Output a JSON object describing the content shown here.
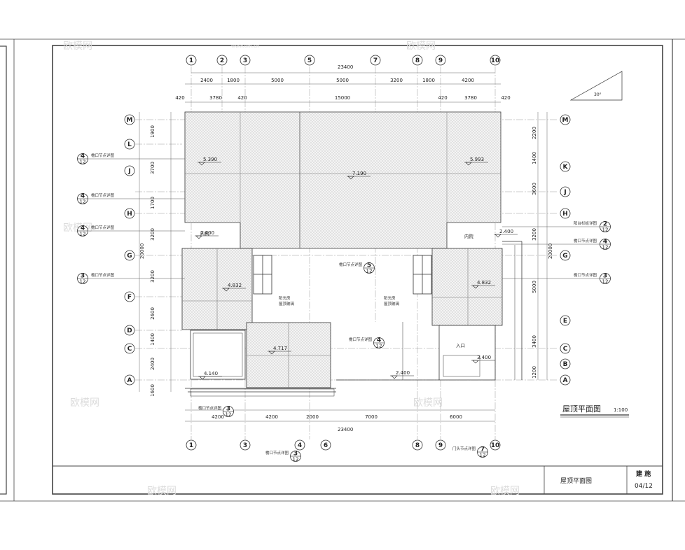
{
  "drawing": {
    "title": "屋顶平面图",
    "scale": "1:100",
    "slope": "30°",
    "overall_width": "23400",
    "overall_depth": "20000"
  },
  "title_block": {
    "sheet_name": "屋顶平面图",
    "discipline": "建 施",
    "sheet_no": "04/12"
  },
  "watermark": {
    "logo": "欧模网",
    "site": "www.om.cn"
  },
  "grid_top": [
    "1",
    "2",
    "3",
    "5",
    "7",
    "8",
    "9",
    "10"
  ],
  "grid_bottom": [
    "1",
    "3",
    "4",
    "6",
    "8",
    "9",
    "10"
  ],
  "grid_left": [
    "M",
    "L",
    "J",
    "H",
    "G",
    "F",
    "D",
    "C",
    "A"
  ],
  "grid_right": [
    "M",
    "K",
    "J",
    "H",
    "G",
    "E",
    "C",
    "B",
    "A"
  ],
  "dims_top_row1": [
    "2400",
    "1800",
    "5000",
    "5000",
    "3200",
    "1800",
    "4200"
  ],
  "dims_top_row2": [
    "420",
    "3780",
    "420",
    "15000",
    "420",
    "3780",
    "420"
  ],
  "dims_bottom_row1": [
    "4200",
    "4200",
    "2000",
    "7000",
    "6000"
  ],
  "dims_left": [
    "1900",
    "3700",
    "1700",
    "3200",
    "3200",
    "2600",
    "1400",
    "2400",
    "1600"
  ],
  "dims_right": [
    "2200",
    "1400",
    "3600",
    "3200",
    "5000",
    "3400",
    "1200"
  ],
  "elevations": [
    "5.390",
    "7.190",
    "5.993",
    "2.400",
    "4.832",
    "4.832",
    "4.717",
    "4.140",
    "2.400",
    "3.400",
    "2.400"
  ],
  "rooms": [
    "内院",
    "内院",
    "入口"
  ],
  "notes": {
    "skylight_left": [
      "阳光房",
      "屋顶玻璃"
    ],
    "skylight_right": [
      "阳光房",
      "屋顶玻璃"
    ],
    "detail_callouts": [
      {
        "num": "4",
        "sheet": "12",
        "text": "檐口节点详图"
      },
      {
        "num": "4",
        "sheet": "12",
        "text": "檐口节点详图"
      },
      {
        "num": "4",
        "sheet": "12",
        "text": "檐口节点详图"
      },
      {
        "num": "3",
        "sheet": "12",
        "text": "檐口节点详图"
      },
      {
        "num": "2",
        "sheet": "12",
        "text": "阳台栏板详图"
      },
      {
        "num": "4",
        "sheet": "12",
        "text": "檐口节点详图"
      },
      {
        "num": "3",
        "sheet": "12",
        "text": "檐口节点详图"
      },
      {
        "num": "5",
        "sheet": "12",
        "text": "檐口节点详图"
      },
      {
        "num": "4",
        "sheet": "12",
        "text": "檐口节点详图"
      },
      {
        "num": "3",
        "sheet": "12",
        "text": "檐口节点详图"
      },
      {
        "num": "7",
        "sheet": "12",
        "text": "门头节点详图"
      },
      {
        "num": "3",
        "sheet": "12",
        "text": "檐口节点详图"
      }
    ]
  }
}
